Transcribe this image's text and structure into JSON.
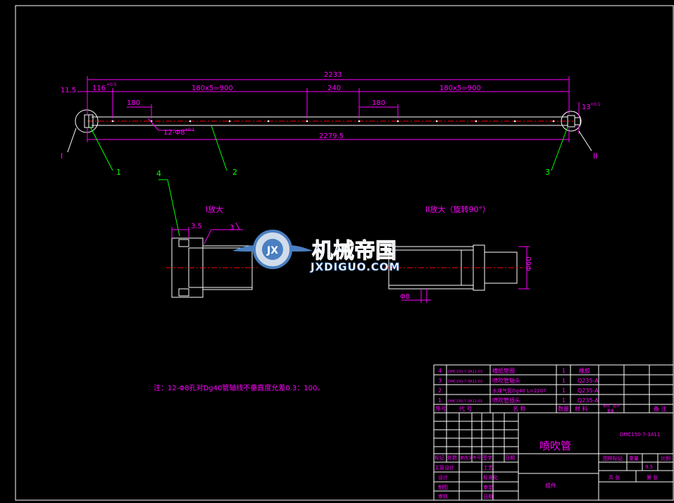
{
  "colors": {
    "background": "#000000",
    "frame": "#ffffff",
    "dimension": "#ff00ff",
    "leader": "#00ff00",
    "centerline": "#ff0000",
    "part": "#ffffff",
    "table_text": "#ff00ff",
    "table_line": "#ffffff",
    "watermark_blue": "#4a7fc1"
  },
  "dimensions": {
    "total_length": "2233",
    "overall_length": "2279.5",
    "left_offset": "11.5",
    "left_first": "116",
    "left_first_tol": "+0.5",
    "spacing_left": "180x5=900",
    "spacing_mid": "240",
    "spacing_right": "180x5=900",
    "hole_pitch_left": "180",
    "hole_pitch_right": "180",
    "holes_note": "12-Φ8",
    "holes_tol": "+0.1",
    "right_dim": "13",
    "right_dim_tol": "+0.1",
    "detail_thk": "3.5",
    "detail_weld": "3",
    "detail_dia_right": "Φ60",
    "detail_dia_small": "Φ8"
  },
  "balloons": {
    "b1": "1",
    "b2": "2",
    "b3": "3",
    "b4": "4",
    "view_left": "I",
    "view_right": "II"
  },
  "detail_titles": {
    "left": "I放大",
    "right": "II放大（旋转90°）"
  },
  "note": "注：12-Φ8孔对Dg40管轴线不垂直度允差0.3：100。",
  "watermark": {
    "cn": "机械帝国",
    "en": "JXDIGUO.COM"
  },
  "bom": {
    "rows": [
      {
        "no": "4",
        "code": "DMC150-7-3A11-03",
        "name": "槽纸垫圈",
        "qty": "1",
        "material": "橡胶",
        "remark": ""
      },
      {
        "no": "3",
        "code": "DMC150-7-3A11-02",
        "name": "喷吹管轴头",
        "qty": "1",
        "material": "Q235-A",
        "remark": ""
      },
      {
        "no": "2",
        "code": "",
        "name": "水煤气管Dg40 L=2207",
        "qty": "1",
        "material": "Q235-A",
        "remark": ""
      },
      {
        "no": "1",
        "code": "DMC150-7-3A11-01",
        "name": "喷吹管插头",
        "qty": "1",
        "material": "Q235-A",
        "remark": ""
      }
    ],
    "header": {
      "no": "序号",
      "code": "代  号",
      "name": "名  称",
      "qty": "数量",
      "material": "材  料",
      "unit": "单件",
      "total": "总计",
      "weight": "重量",
      "remark": "备  注"
    }
  },
  "title_block": {
    "part_name": "喷吹管",
    "drawing_no": "DMC150-7-3A11",
    "assembly": "组件",
    "scale_label": "比例",
    "weight_label": "重量",
    "mark_label": "图样标记",
    "weight_value": "9.5",
    "sheets_total": "共  张",
    "sheet_no": "第  张",
    "rev_labels": [
      "标记",
      "处数",
      "更改文件号",
      "签字",
      "日期"
    ],
    "roles": [
      "主管设计",
      "设计",
      "制图",
      "审核"
    ],
    "roles_right": [
      "工艺",
      "标准化",
      "审定",
      "日期"
    ]
  }
}
